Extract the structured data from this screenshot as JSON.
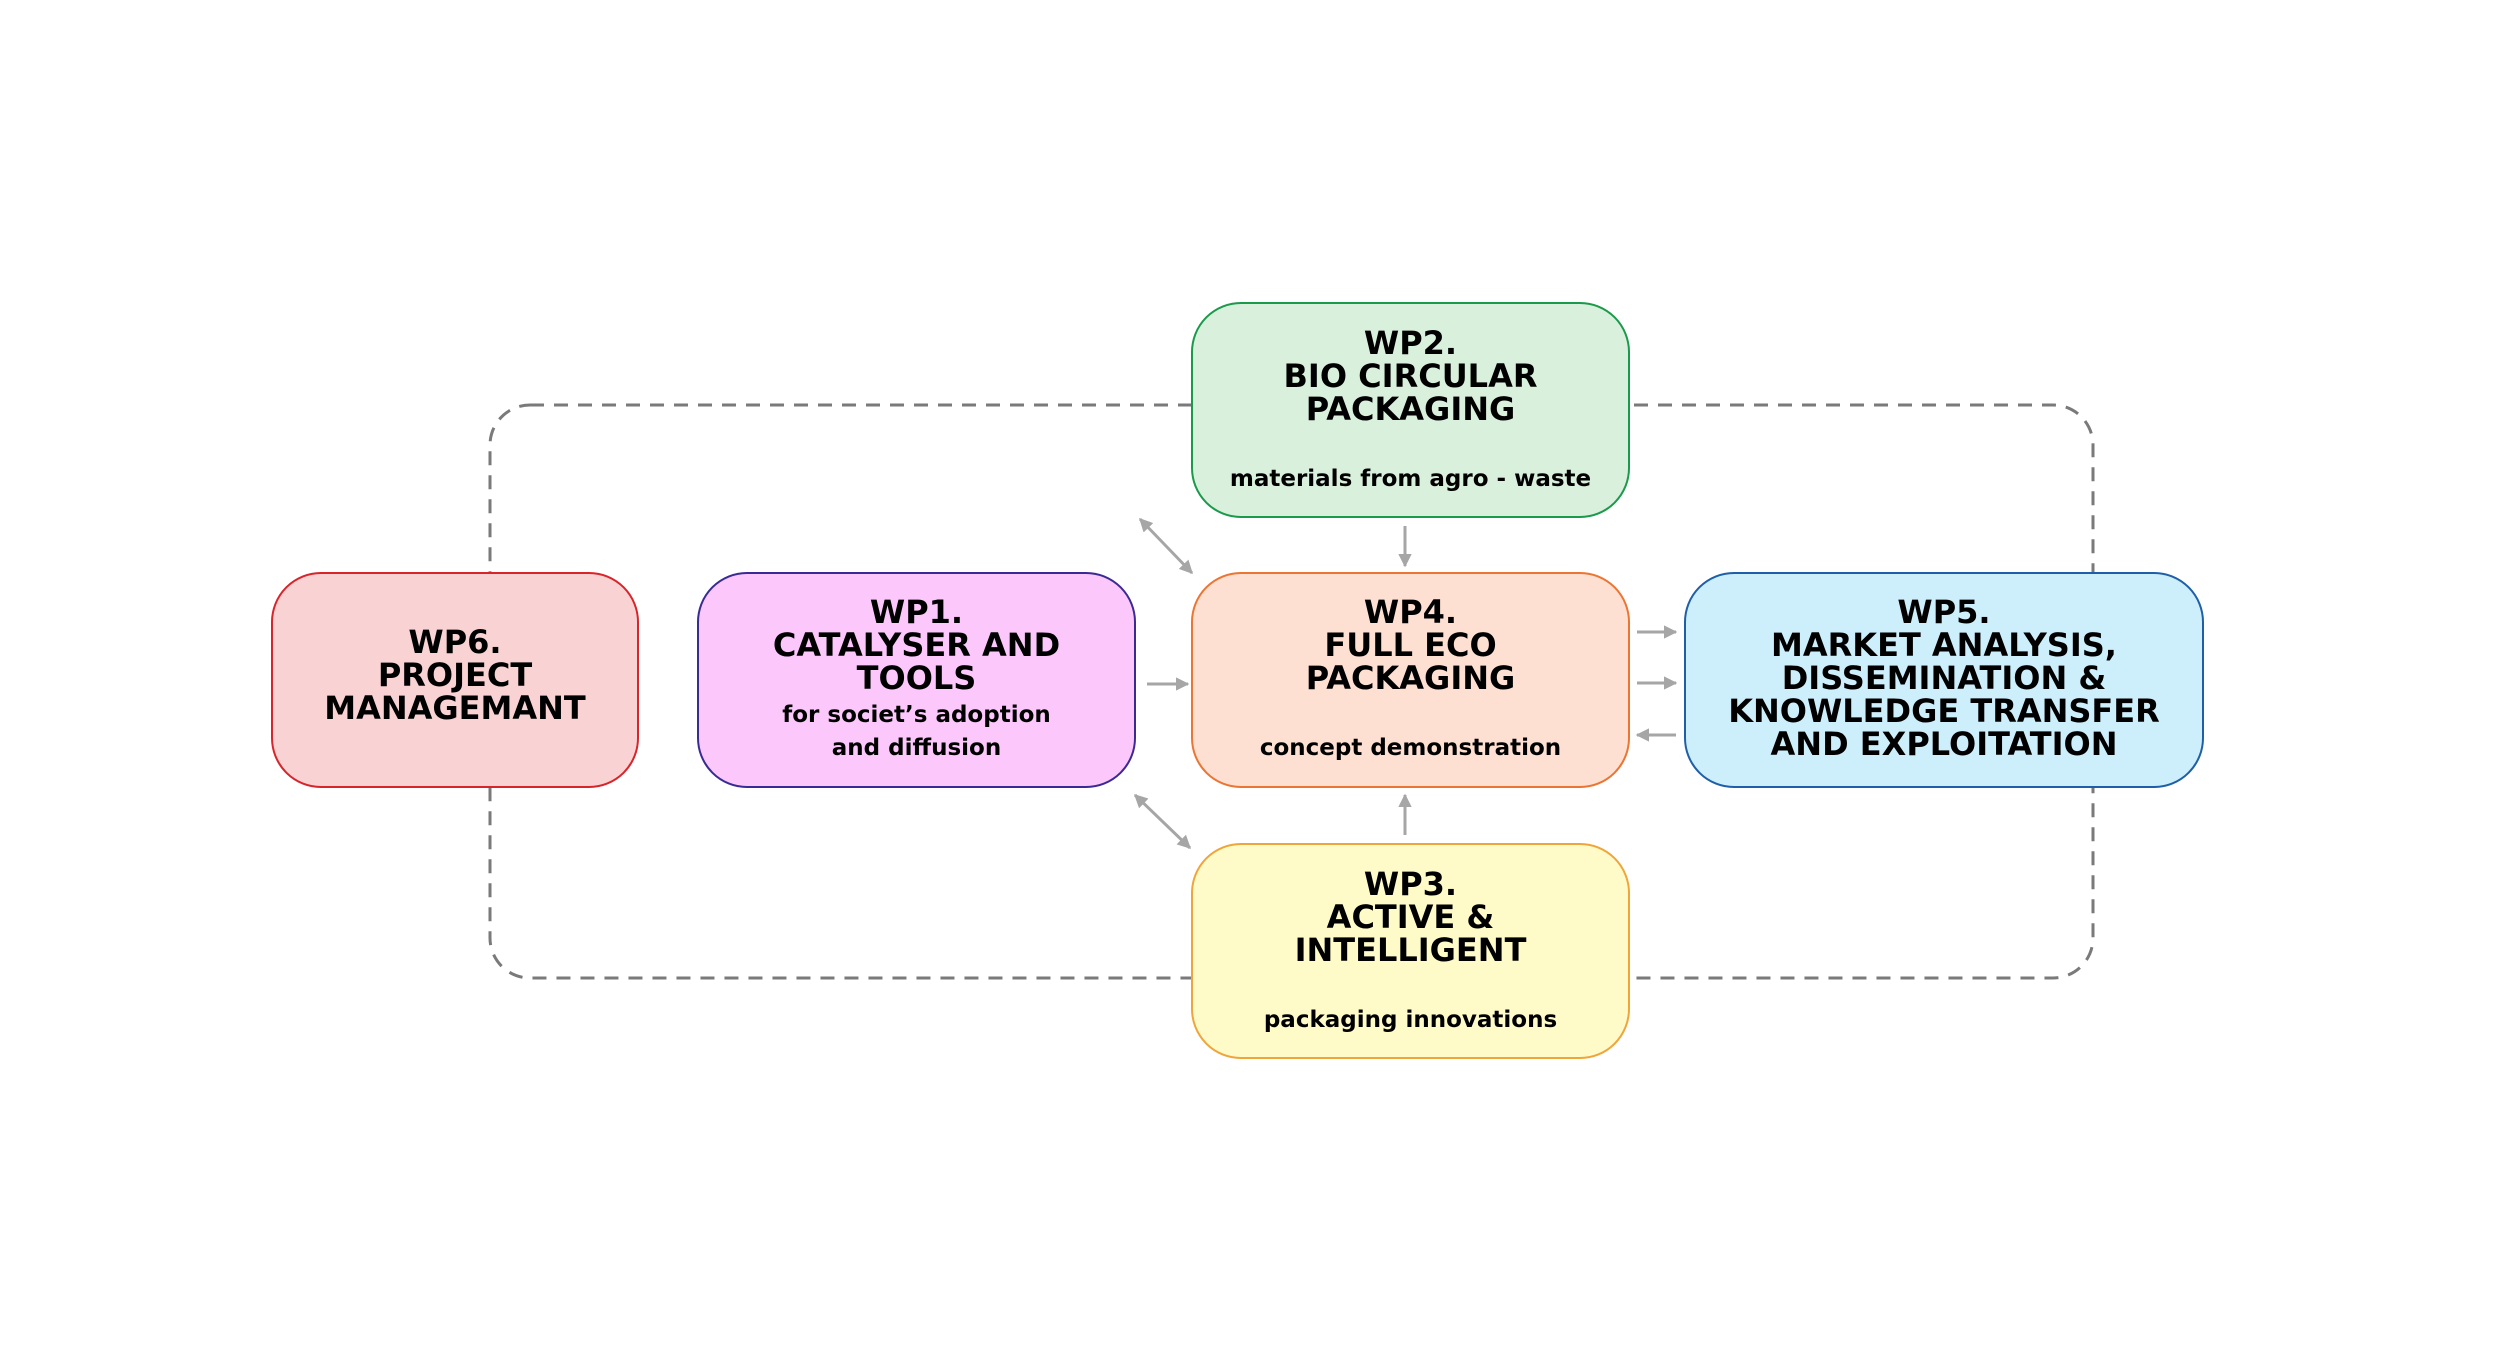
{
  "diagram": {
    "wp2": {
      "title": "WP2.\nBIO CIRCULAR\nPACKAGING",
      "subtitle": "materials from agro - waste",
      "fill": "#d9f0dc",
      "border": "#1a9a4a"
    },
    "wp1": {
      "title": "WP1.\nCATALYSER AND\nTOOLS",
      "subtitle": "for societ’s adoption\nand diffusion",
      "fill": "#fcc8fc",
      "border": "#3a2b94"
    },
    "wp4": {
      "title": "WP4.\nFULL ECO\nPACKAGING",
      "subtitle": "concept demonstration",
      "fill": "#fde0d2",
      "border": "#ec7533"
    },
    "wp5": {
      "title": "WP5.\nMARKET ANALYSIS,\nDISSEMINATION &\nKNOWLEDGE TRANSFER\nAND EXPLOITATION",
      "fill": "#cdeefb",
      "border": "#1f5fa8"
    },
    "wp6": {
      "title": "WP6.\nPROJECT\nMANAGEMANT",
      "fill": "#f9d3d3",
      "border": "#d7252b"
    },
    "wp3": {
      "title": "WP3.\nACTIVE &\nINTELLIGENT",
      "subtitle": "packaging innovations",
      "fill": "#fefbc9",
      "border": "#f0a53a"
    },
    "connector_color": "#a6a6a6",
    "dashed_color": "#7a7a7a"
  }
}
